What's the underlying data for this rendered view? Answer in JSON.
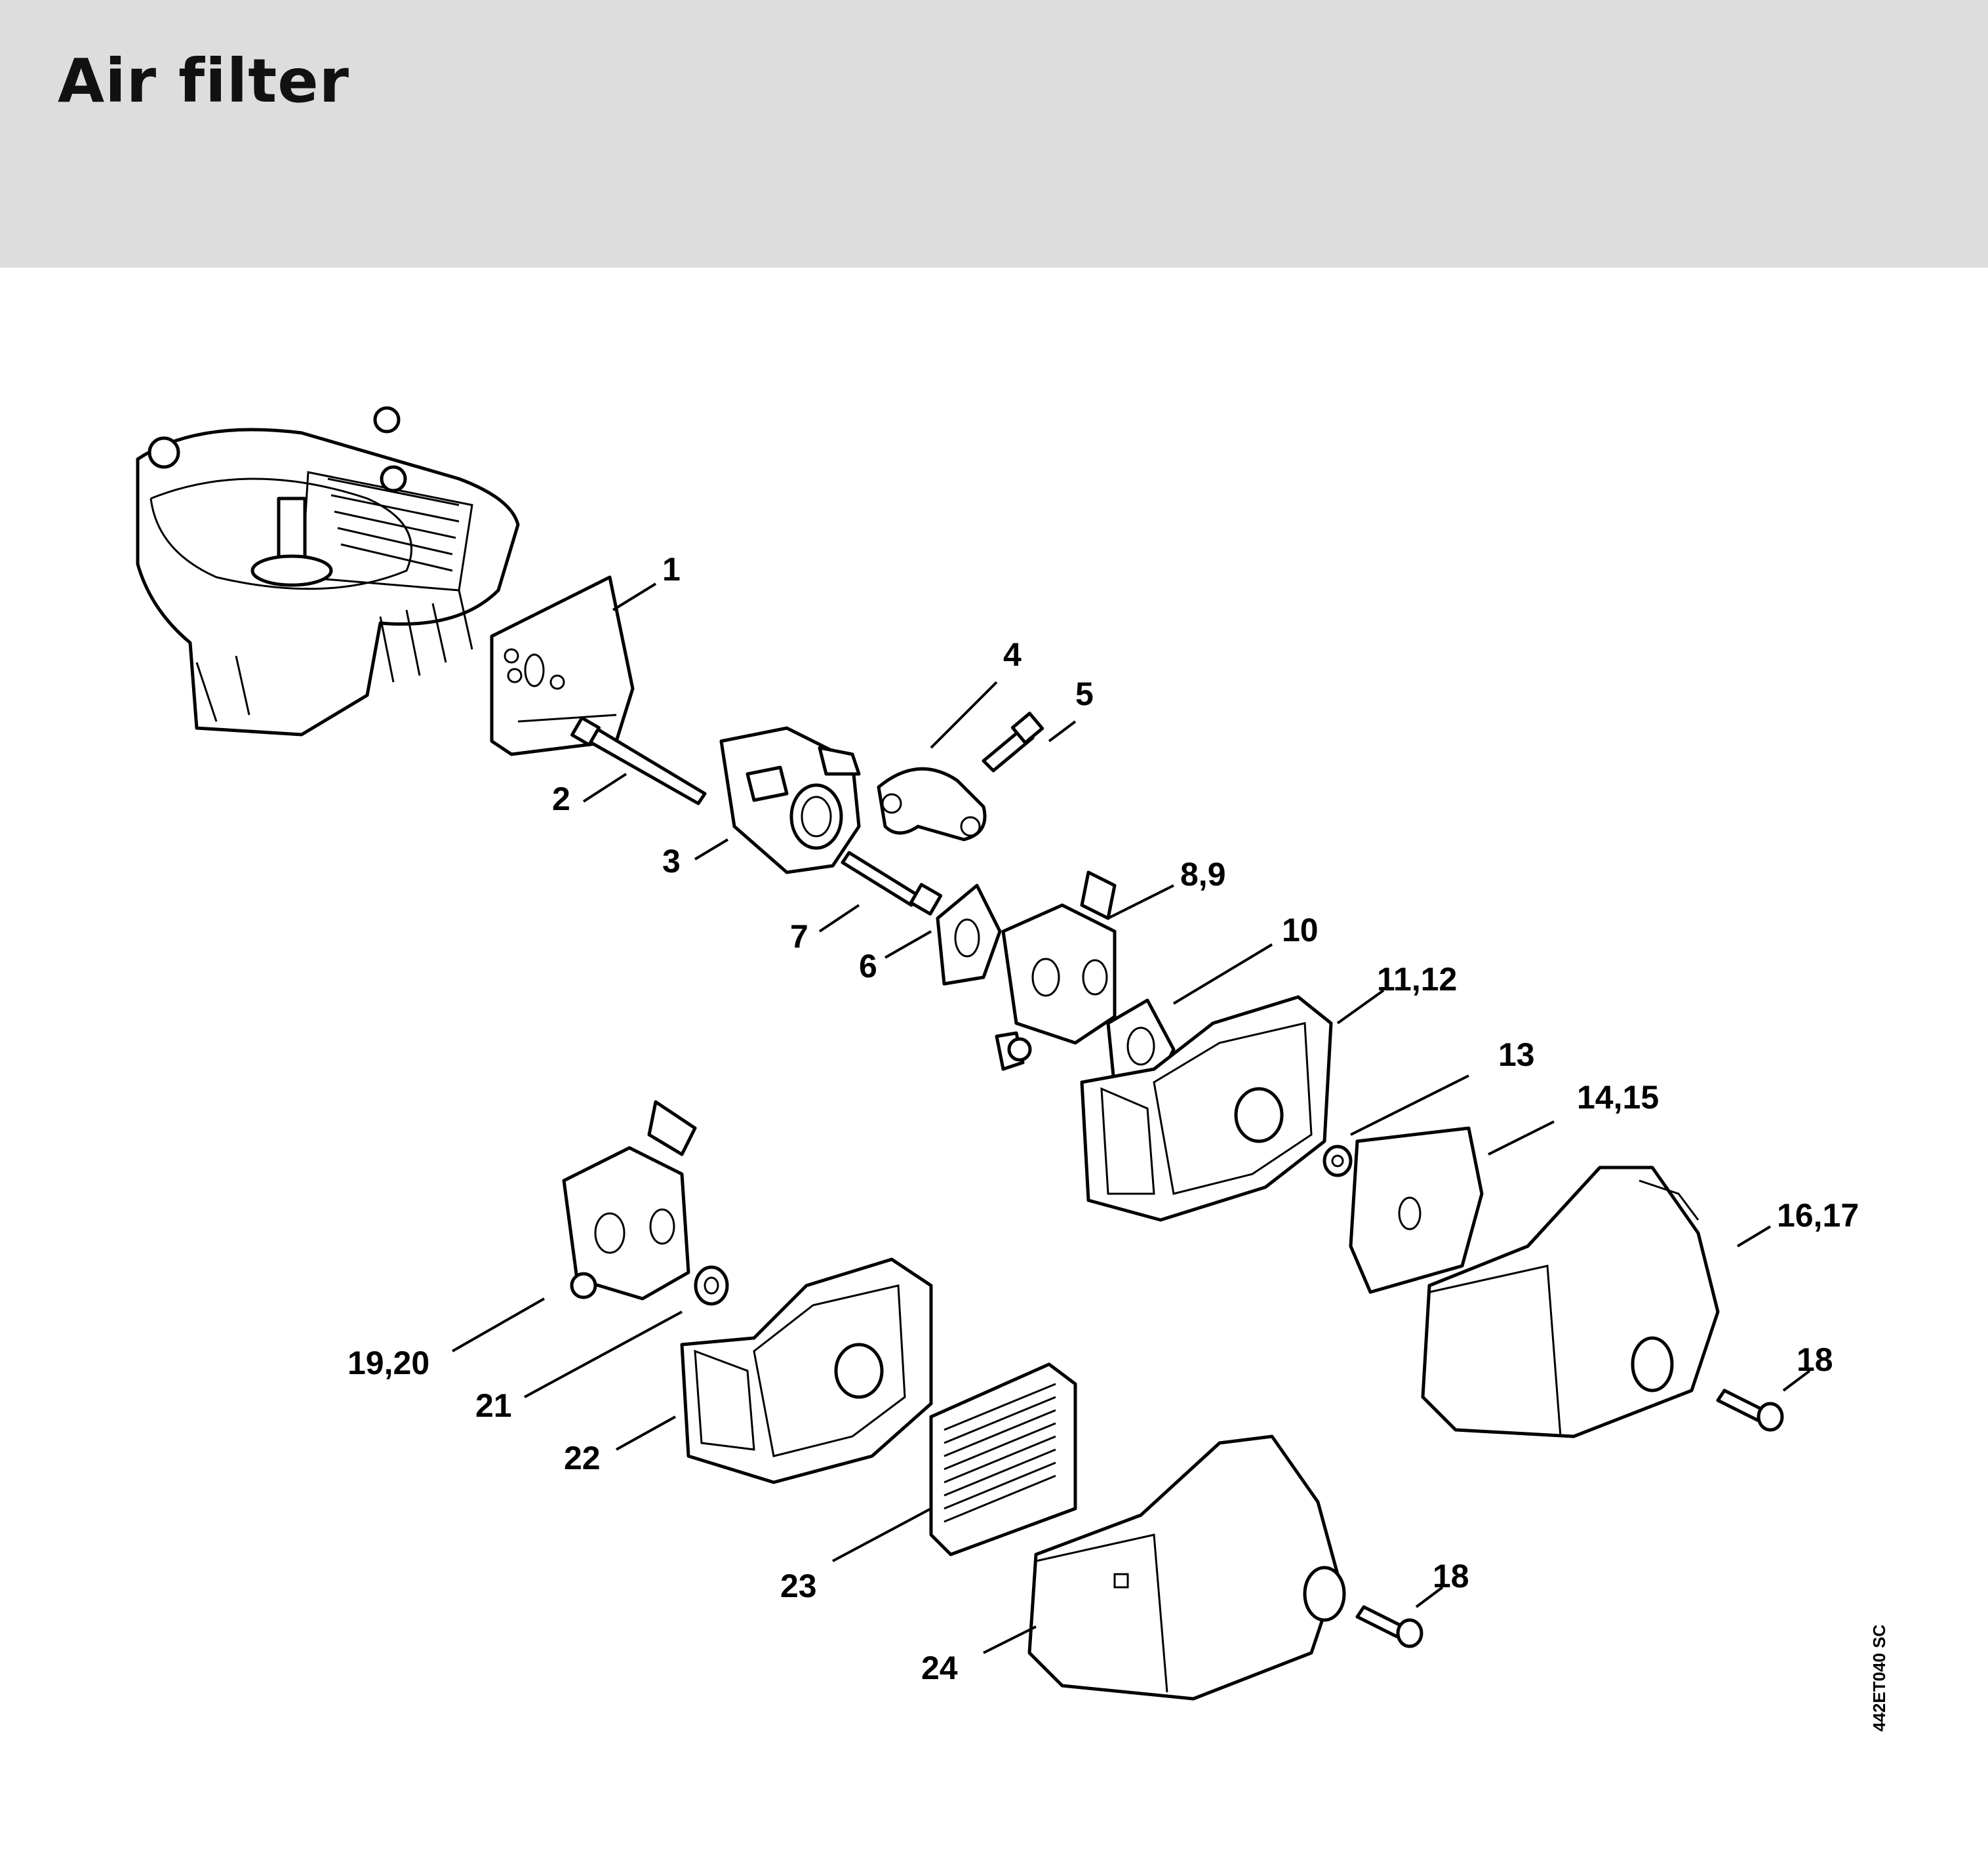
{
  "header": {
    "title": "Air filter"
  },
  "diagram": {
    "drawing_code": "442ET040 SC",
    "callouts": [
      {
        "id": "c1",
        "text": "1"
      },
      {
        "id": "c2",
        "text": "2"
      },
      {
        "id": "c3",
        "text": "3"
      },
      {
        "id": "c4",
        "text": "4"
      },
      {
        "id": "c5",
        "text": "5"
      },
      {
        "id": "c6",
        "text": "6"
      },
      {
        "id": "c7",
        "text": "7"
      },
      {
        "id": "c89",
        "text": "8,9"
      },
      {
        "id": "c10",
        "text": "10"
      },
      {
        "id": "c1112",
        "text": "11,12"
      },
      {
        "id": "c13",
        "text": "13"
      },
      {
        "id": "c1415",
        "text": "14,15"
      },
      {
        "id": "c1617",
        "text": "16,17"
      },
      {
        "id": "c18a",
        "text": "18"
      },
      {
        "id": "c1920",
        "text": "19,20"
      },
      {
        "id": "c21",
        "text": "21"
      },
      {
        "id": "c22",
        "text": "22"
      },
      {
        "id": "c23",
        "text": "23"
      },
      {
        "id": "c24",
        "text": "24"
      },
      {
        "id": "c18b",
        "text": "18"
      }
    ]
  }
}
